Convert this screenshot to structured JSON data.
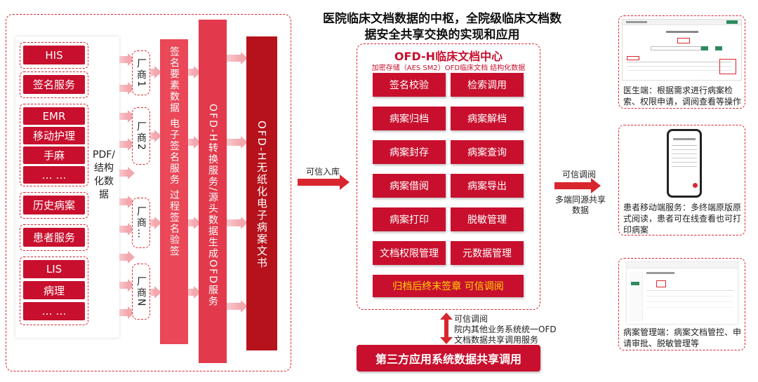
{
  "title_line1": "医院临床文档数据的中枢，全院级临床文档数",
  "title_line2": "据安全共享交换的实现和应用",
  "sources": {
    "group1": [
      "HIS"
    ],
    "group2": [
      "签名服务"
    ],
    "group3": [
      "EMR",
      "移动护理",
      "手麻",
      "… …"
    ],
    "group4": [
      "历史病案"
    ],
    "group5": [
      "患者服务"
    ],
    "group6": [
      "LIS",
      "病理",
      "… …"
    ]
  },
  "pdf_label": "PDF/结构化数据",
  "vendors": [
    "厂商1",
    "厂商2",
    "厂商…",
    "厂商N"
  ],
  "columns": {
    "col1": "签名要素数据 电子签名服务 过程签名验签",
    "col2": "OFD-H转换服务/源头数据生成OFD服务",
    "col3": "OFD-H无纸化电子病案文书"
  },
  "arrow_in_label": "可信入库",
  "center": {
    "title": "OFD-H临床文档中心",
    "subtitle": "加密存储（AES SM2）OFD临床文档 结构化数据",
    "functions": [
      "签名校验",
      "检索调用",
      "病案归档",
      "病案解档",
      "病案封存",
      "病案查询",
      "病案借阅",
      "病案导出",
      "病案打印",
      "脱敏管理",
      "文档权限管理",
      "元数据管理"
    ],
    "bottom_label": "归档后终末签章 可信调阅"
  },
  "vertical_arrow_text": {
    "line1": "可信调阅",
    "line2": "院内其他业务系统统一OFD",
    "line3": "文档数据共享调用服务"
  },
  "third_party": "第三方应用系统数据共享调用",
  "right_arrow": {
    "top": "可信调阅",
    "bottom1": "多端同源共享",
    "bottom2": "数据"
  },
  "panels": [
    {
      "desc": "医生端：根据需求进行病案检索、权限申请，调阅查看等操作"
    },
    {
      "desc": "患者移动端服务：多终端原版原式阅读，患者可在线查看也可打印病案"
    },
    {
      "desc": "病案管理端：病案文档管控、申请审批、脱敏管理等"
    }
  ],
  "colors": {
    "accent": "#c8102e",
    "pink": "#e8404f",
    "dashed": "#d8262e"
  }
}
